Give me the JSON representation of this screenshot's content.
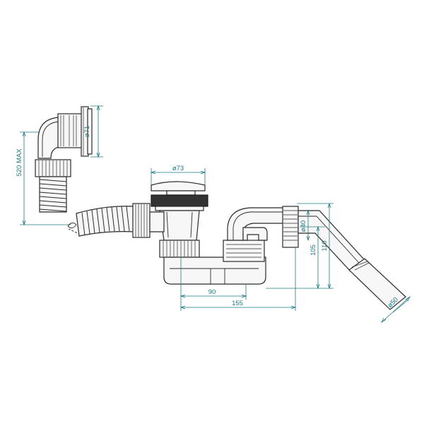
{
  "colors": {
    "outline": "#2a2a2a",
    "dimension": "#1f7a80",
    "background": "#ffffff"
  },
  "dimensions": {
    "overflow_diameter": "ø71",
    "max_length": "520 MAX",
    "waste_diameter": "ø73",
    "outlet_inner_diameter": "ø40",
    "outlet_height_105": "105",
    "outlet_height_110": "110",
    "horizontal_90": "90",
    "horizontal_155": "155",
    "outlet_pipe_diameter": "ø50"
  }
}
